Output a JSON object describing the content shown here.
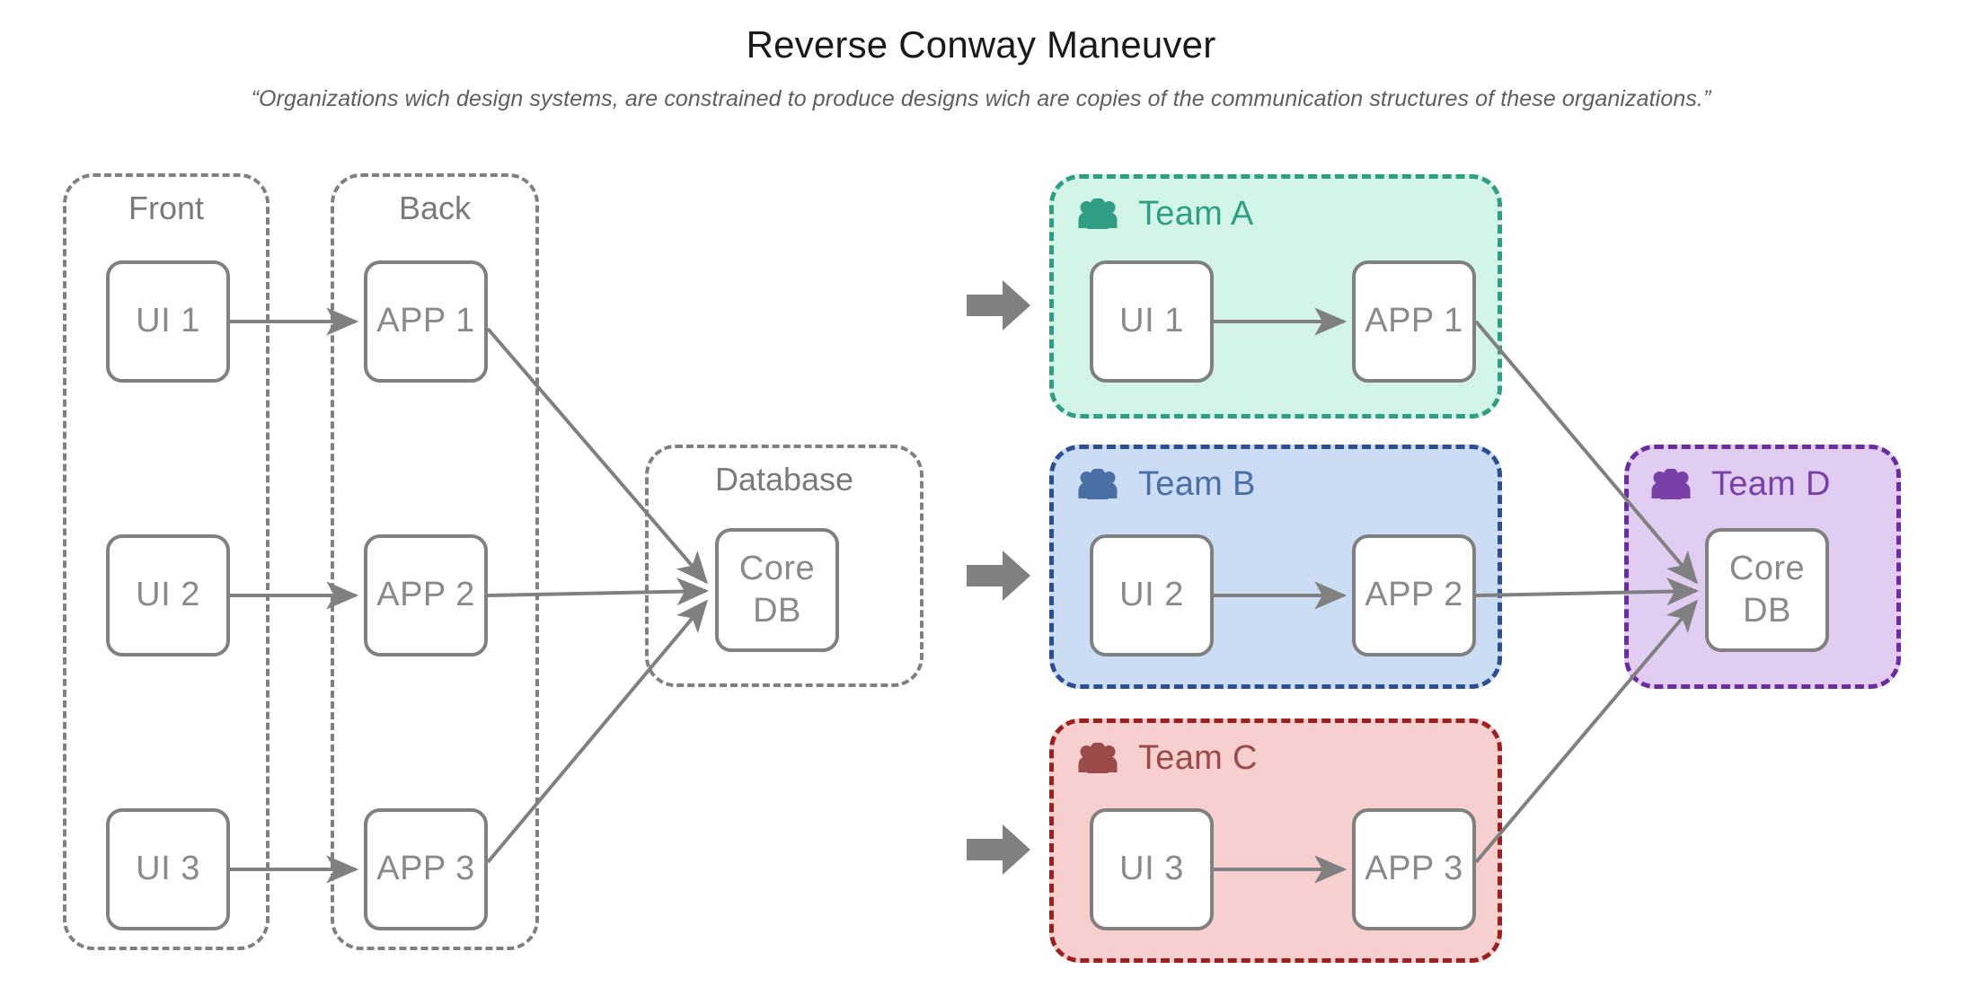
{
  "header": {
    "title": "Reverse Conway Maneuver",
    "subtitle": "“Organizations wich design systems, are constrained to produce designs wich are copies of the communication structures of these organizations.”"
  },
  "colors": {
    "stroke_gray": "#808080",
    "text_gray": "#8a8a8a",
    "label_gray": "#7a7a7a",
    "team_a_border": "#2f9e84",
    "team_a_fill": "#d3f5e8",
    "team_b_border": "#2b4f8f",
    "team_b_fill": "#ccdcf5",
    "team_c_border": "#9b2020",
    "team_c_fill": "#f8cfcf",
    "team_d_border": "#6b2d9e",
    "team_d_fill": "#e2cdf2",
    "team_a_text": "#2f9e84",
    "team_b_text": "#4a6fa5",
    "team_c_text": "#9b4a4a",
    "team_d_text": "#7b3fa8"
  },
  "before": {
    "groups": [
      {
        "id": "front",
        "label": "Front"
      },
      {
        "id": "back",
        "label": "Back"
      },
      {
        "id": "database",
        "label": "Database"
      }
    ],
    "nodes": [
      {
        "id": "ui1",
        "label": "UI 1"
      },
      {
        "id": "ui2",
        "label": "UI 2"
      },
      {
        "id": "ui3",
        "label": "UI 3"
      },
      {
        "id": "app1",
        "label": "APP 1"
      },
      {
        "id": "app2",
        "label": "APP 2"
      },
      {
        "id": "app3",
        "label": "APP 3"
      },
      {
        "id": "coredb_l1",
        "label": "Core"
      },
      {
        "id": "coredb_l2",
        "label": "DB"
      }
    ],
    "edges": [
      {
        "from": "ui1",
        "to": "app1"
      },
      {
        "from": "ui2",
        "to": "app2"
      },
      {
        "from": "ui3",
        "to": "app3"
      },
      {
        "from": "app1",
        "to": "coredb"
      },
      {
        "from": "app2",
        "to": "coredb"
      },
      {
        "from": "app3",
        "to": "coredb"
      }
    ]
  },
  "transitions": [
    {
      "id": "arrow-team-a",
      "icon": "right-block-arrow-icon"
    },
    {
      "id": "arrow-team-b",
      "icon": "right-block-arrow-icon"
    },
    {
      "id": "arrow-team-c",
      "icon": "right-block-arrow-icon"
    }
  ],
  "after": {
    "teams": [
      {
        "id": "team-a",
        "name": "Team A",
        "icon": "people-group-icon",
        "nodes": [
          {
            "id": "a-ui1",
            "label": "UI 1"
          },
          {
            "id": "a-app1",
            "label": "APP 1"
          }
        ]
      },
      {
        "id": "team-b",
        "name": "Team B",
        "icon": "people-group-icon",
        "nodes": [
          {
            "id": "b-ui2",
            "label": "UI 2"
          },
          {
            "id": "b-app2",
            "label": "APP 2"
          }
        ]
      },
      {
        "id": "team-c",
        "name": "Team C",
        "icon": "people-group-icon",
        "nodes": [
          {
            "id": "c-ui3",
            "label": "UI 3"
          },
          {
            "id": "c-app3",
            "label": "APP 3"
          }
        ]
      },
      {
        "id": "team-d",
        "name": "Team D",
        "icon": "people-group-icon",
        "nodes": [
          {
            "id": "d-coredb-l1",
            "label": "Core"
          },
          {
            "id": "d-coredb-l2",
            "label": "DB"
          }
        ]
      }
    ],
    "edges": [
      {
        "from": "a-ui1",
        "to": "a-app1"
      },
      {
        "from": "b-ui2",
        "to": "b-app2"
      },
      {
        "from": "c-ui3",
        "to": "c-app3"
      },
      {
        "from": "a-app1",
        "to": "d-coredb"
      },
      {
        "from": "b-app2",
        "to": "d-coredb"
      },
      {
        "from": "c-app3",
        "to": "d-coredb"
      }
    ]
  }
}
